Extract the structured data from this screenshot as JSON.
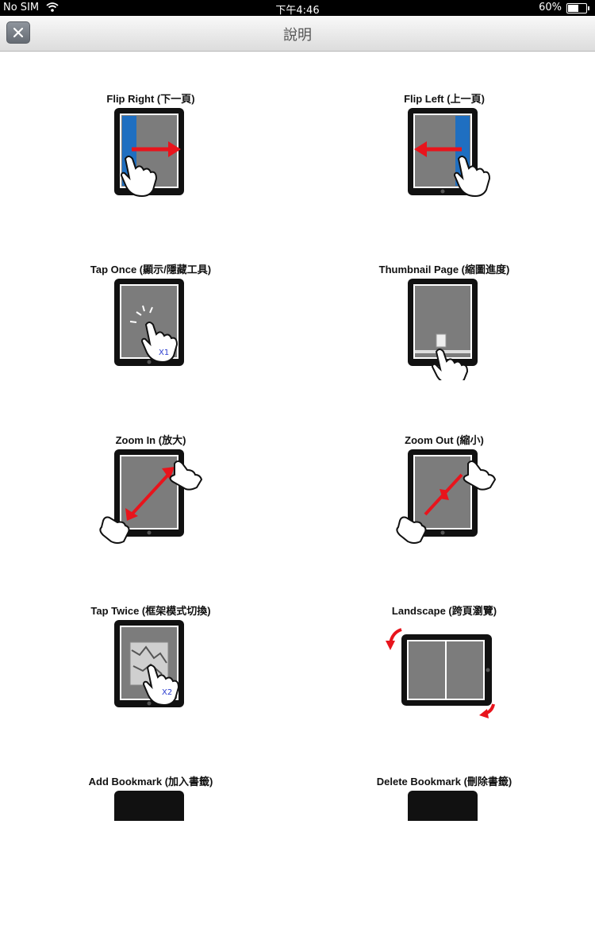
{
  "status_bar": {
    "carrier": "No SIM",
    "time": "下午4:46",
    "battery": "60%",
    "battery_level": 0.6
  },
  "nav": {
    "title": "說明",
    "close_icon": "close-icon"
  },
  "gestures": [
    {
      "label": "Flip Right (下一頁)",
      "icon": "flip-right-icon"
    },
    {
      "label": "Flip Left (上一頁)",
      "icon": "flip-left-icon"
    },
    {
      "label": "Tap Once (顯示/隱藏工具)",
      "icon": "tap-once-icon",
      "badge": "X1"
    },
    {
      "label": "Thumbnail Page (縮圖進度)",
      "icon": "thumbnail-page-icon"
    },
    {
      "label": "Zoom In (放大)",
      "icon": "zoom-in-icon"
    },
    {
      "label": "Zoom Out (縮小)",
      "icon": "zoom-out-icon"
    },
    {
      "label": "Tap Twice (框架模式切換)",
      "icon": "tap-twice-icon",
      "badge": "X2"
    },
    {
      "label": "Landscape (跨頁瀏覽)",
      "icon": "landscape-icon"
    },
    {
      "label": "Add Bookmark (加入書籤)",
      "icon": "add-bookmark-icon"
    },
    {
      "label": "Delete Bookmark (刪除書籤)",
      "icon": "delete-bookmark-icon"
    }
  ],
  "colors": {
    "accent_red": "#e8141c",
    "page_blue": "#1f6fc1",
    "screen_gray": "#7c7c7c"
  }
}
